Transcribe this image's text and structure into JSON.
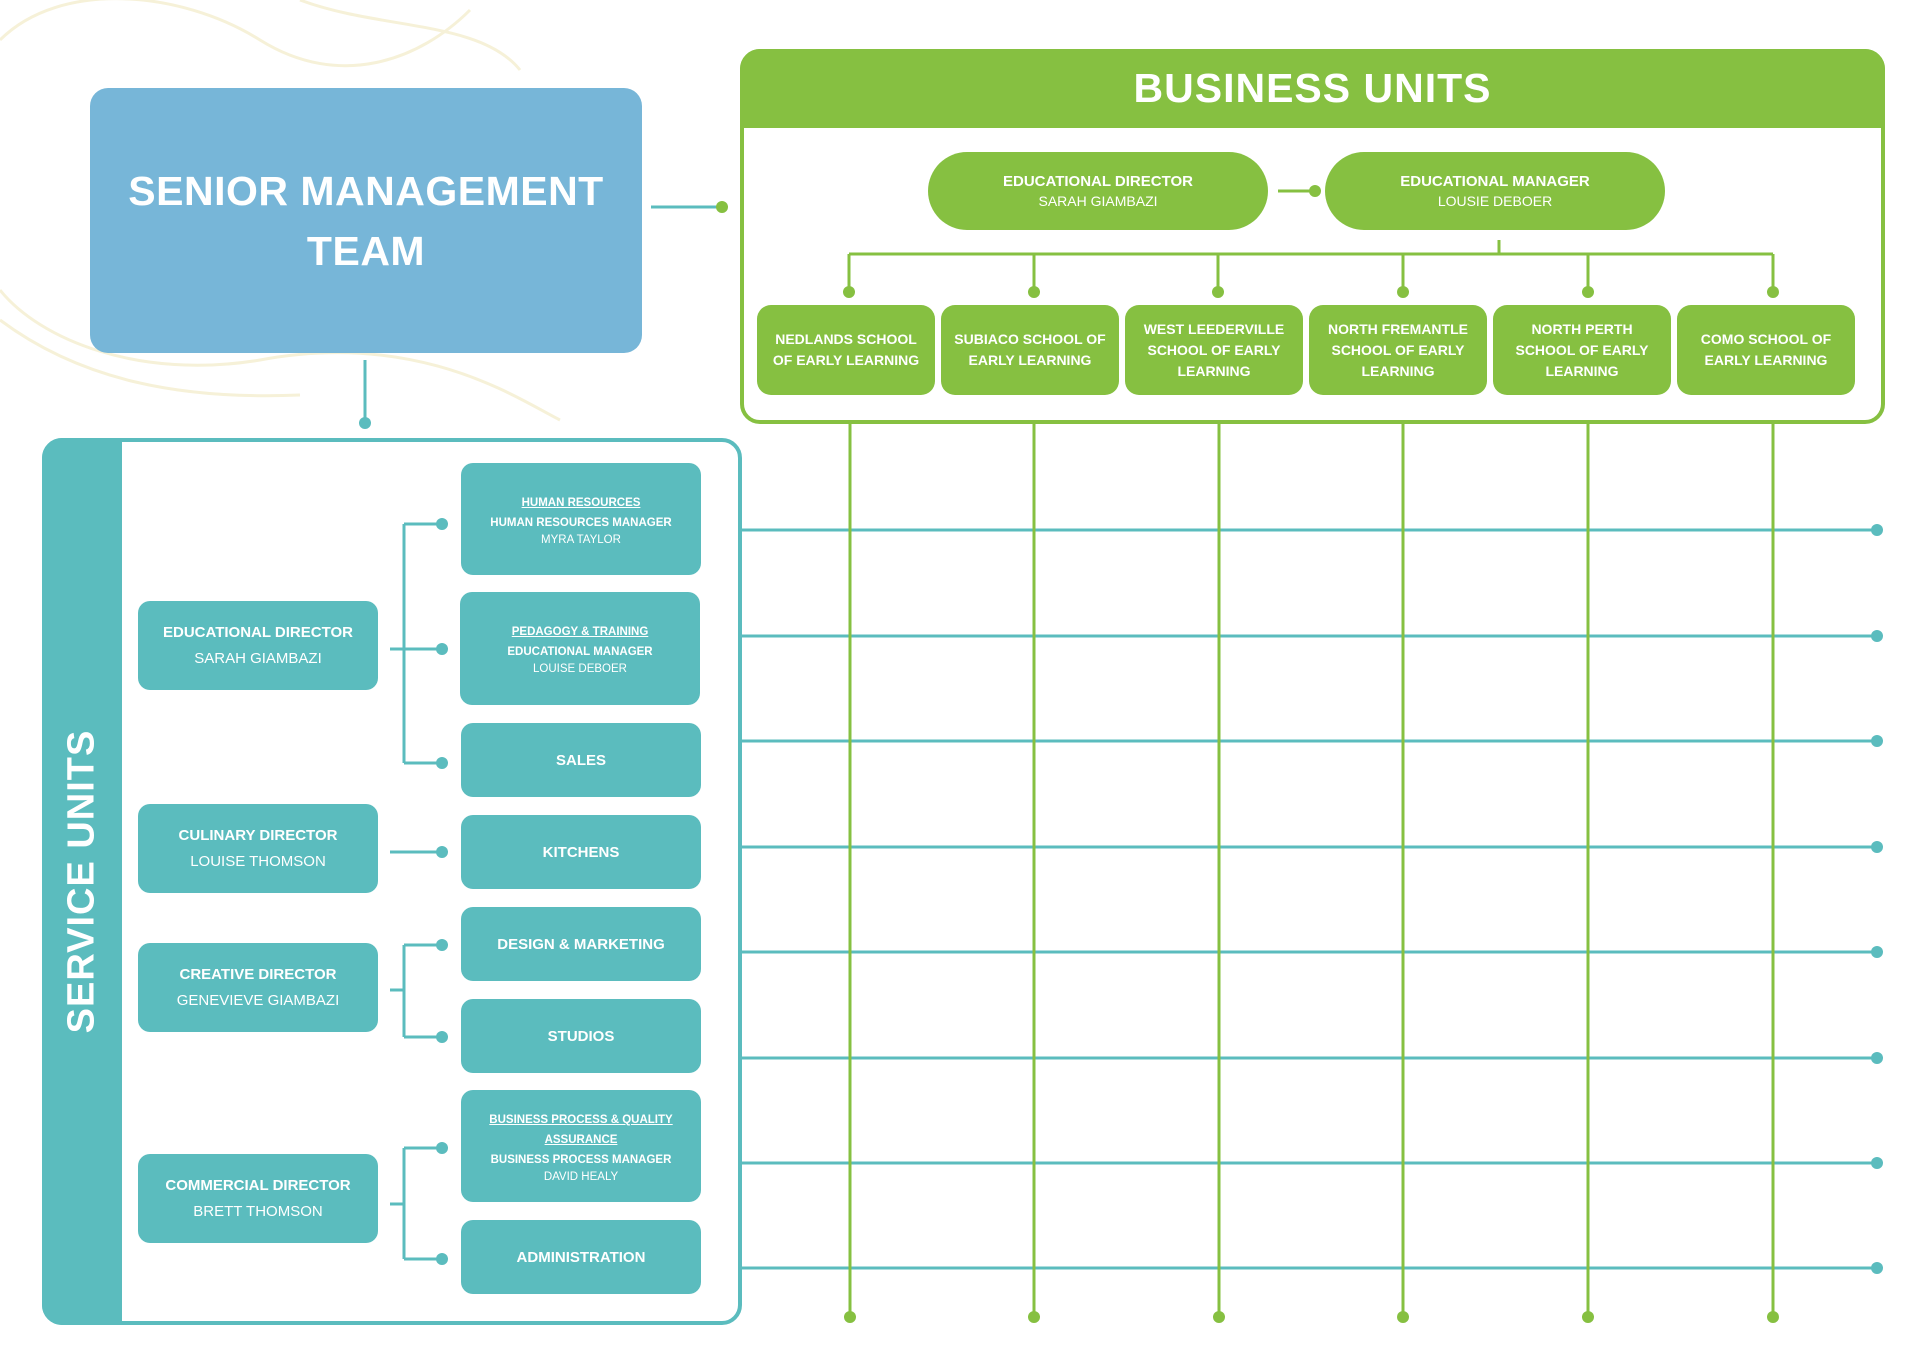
{
  "senior_management": {
    "line1": "SENIOR MANAGEMENT",
    "line2": "TEAM"
  },
  "business_units": {
    "title": "BUSINESS UNITS",
    "director": {
      "title": "EDUCATIONAL DIRECTOR",
      "name": "SARAH GIAMBAZI"
    },
    "manager": {
      "title": "EDUCATIONAL MANAGER",
      "name": "LOUSIE DEBOER"
    },
    "schools": [
      "NEDLANDS SCHOOL OF EARLY LEARNING",
      "SUBIACO SCHOOL OF EARLY LEARNING",
      "WEST LEEDERVILLE SCHOOL OF EARLY LEARNING",
      "NORTH FREMANTLE SCHOOL OF EARLY LEARNING",
      "NORTH PERTH SCHOOL OF EARLY LEARNING",
      "COMO SCHOOL OF EARLY LEARNING"
    ]
  },
  "service_units": {
    "title": "SERVICE UNITS",
    "directors": [
      {
        "title": "EDUCATIONAL DIRECTOR",
        "name": "SARAH GIAMBAZI"
      },
      {
        "title": "CULINARY DIRECTOR",
        "name": "LOUISE THOMSON"
      },
      {
        "title": "CREATIVE DIRECTOR",
        "name": "GENEVIEVE GIAMBAZI"
      },
      {
        "title": "COMMERCIAL DIRECTOR",
        "name": "BRETT THOMSON"
      }
    ],
    "units": {
      "hr": {
        "heading": "HUMAN RESOURCES",
        "role": "HUMAN RESOURCES MANAGER",
        "name": "MYRA TAYLOR"
      },
      "pedagogy": {
        "heading": "PEDAGOGY & TRAINING",
        "role": "EDUCATIONAL MANAGER",
        "name": "LOUISE DEBOER"
      },
      "sales": "SALES",
      "kitchens": "KITCHENS",
      "design": "DESIGN & MARKETING",
      "studios": "STUDIOS",
      "bpqa": {
        "heading": "BUSINESS PROCESS & QUALITY ASSURANCE",
        "role": "BUSINESS PROCESS MANAGER",
        "name": "DAVID HEALY"
      },
      "administration": "ADMINISTRATION"
    }
  },
  "colors": {
    "business_green": "#86c041",
    "service_teal": "#5bbcbe",
    "senior_blue": "#77b6d8"
  }
}
